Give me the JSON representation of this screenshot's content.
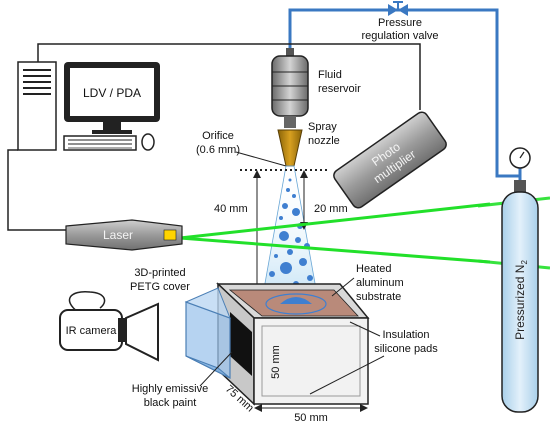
{
  "labels": {
    "pressure_valve_line1": "Pressure",
    "pressure_valve_line2": "regulation valve",
    "fluid_reservoir_line1": "Fluid",
    "fluid_reservoir_line2": "reservoir",
    "ldv_pda": "LDV / PDA",
    "orifice_line1": "Orifice",
    "orifice_line2": "(0.6 mm)",
    "spray_nozzle_line1": "Spray",
    "spray_nozzle_line2": "nozzle",
    "photomultiplier_line1": "Photo",
    "photomultiplier_line2": "multiplier",
    "dim_40": "40 mm",
    "dim_20": "20 mm",
    "laser": "Laser",
    "pressurized_n2": "Pressurized N",
    "pressurized_n2_sub": "2",
    "cover_line1": "3D-printed",
    "cover_line2": "PETG cover",
    "ir_camera": "IR camera",
    "heated_line1": "Heated",
    "heated_line2": "aluminum",
    "heated_line3": "substrate",
    "insulation_line1": "Insulation",
    "insulation_line2": "silicone pads",
    "paint_line1": "Highly emissive",
    "paint_line2": "black paint",
    "dim_50_vertical": "50 mm",
    "dim_75": "75 mm",
    "dim_50_bottom": "50 mm"
  },
  "colors": {
    "gas_line": "#3a78c2",
    "cable": "#222222",
    "laser_beam": "#22e02a",
    "spray_drop": "#3f7fd0",
    "nozzle": "#b8860b",
    "substrate": "#b98a7a",
    "box_side": "#d9d9d9",
    "box_front": "#f2f2f2",
    "cover": "#9ec4ec",
    "cylinder": "#cfe6f7"
  }
}
